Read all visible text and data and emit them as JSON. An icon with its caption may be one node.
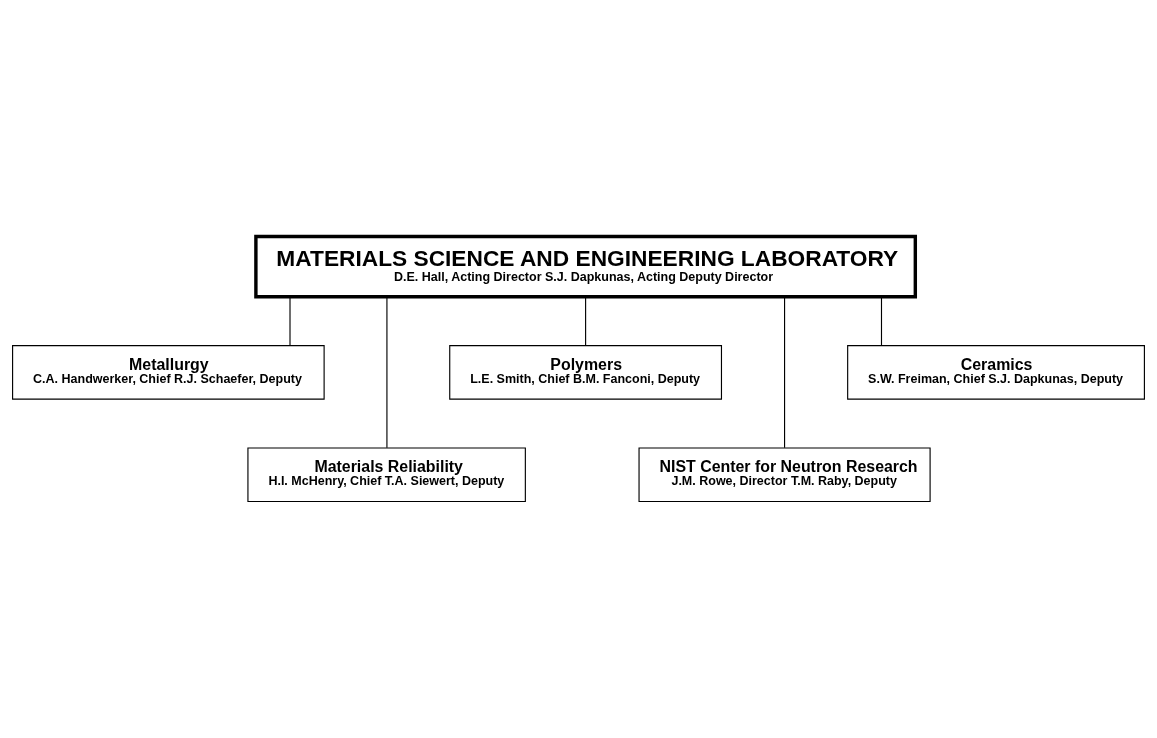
{
  "diagram": {
    "nodes": [
      {
        "text": [
          "MATERIALS SCIENCE AND ENGINEERING LABORATORY",
          "D.E. Hall, Acting Director S.J. Dapkunas, Acting Deputy Director"
        ]
      },
      {
        "text": [
          "Metallurgy",
          "C.A. Handwerker, Chief R.J. Schaefer, Deputy"
        ]
      },
      {
        "text": [
          "Polymers",
          "L.E. Smith, Chief B.M. Fanconi, Deputy"
        ]
      },
      {
        "text": [
          "Ceramics",
          "S.W. Freiman, Chief S.J. Dapkunas, Deputy"
        ]
      },
      {
        "text": [
          "Materials Reliability",
          "H.I. McHenry, Chief T.A. Siewert, Deputy"
        ]
      },
      {
        "text": [
          "NIST Center for Neutron Research",
          "J.M. Rowe, Director T.M. Raby, Deputy"
        ]
      }
    ],
    "edges": [
      {
        "from": 0,
        "to": 1,
        "arrow": "none"
      },
      {
        "from": 0,
        "to": 4,
        "arrow": "none"
      },
      {
        "from": 0,
        "to": 2,
        "arrow": "none"
      },
      {
        "from": 0,
        "to": 5,
        "arrow": "none"
      },
      {
        "from": 0,
        "to": 3,
        "arrow": "none"
      }
    ]
  }
}
